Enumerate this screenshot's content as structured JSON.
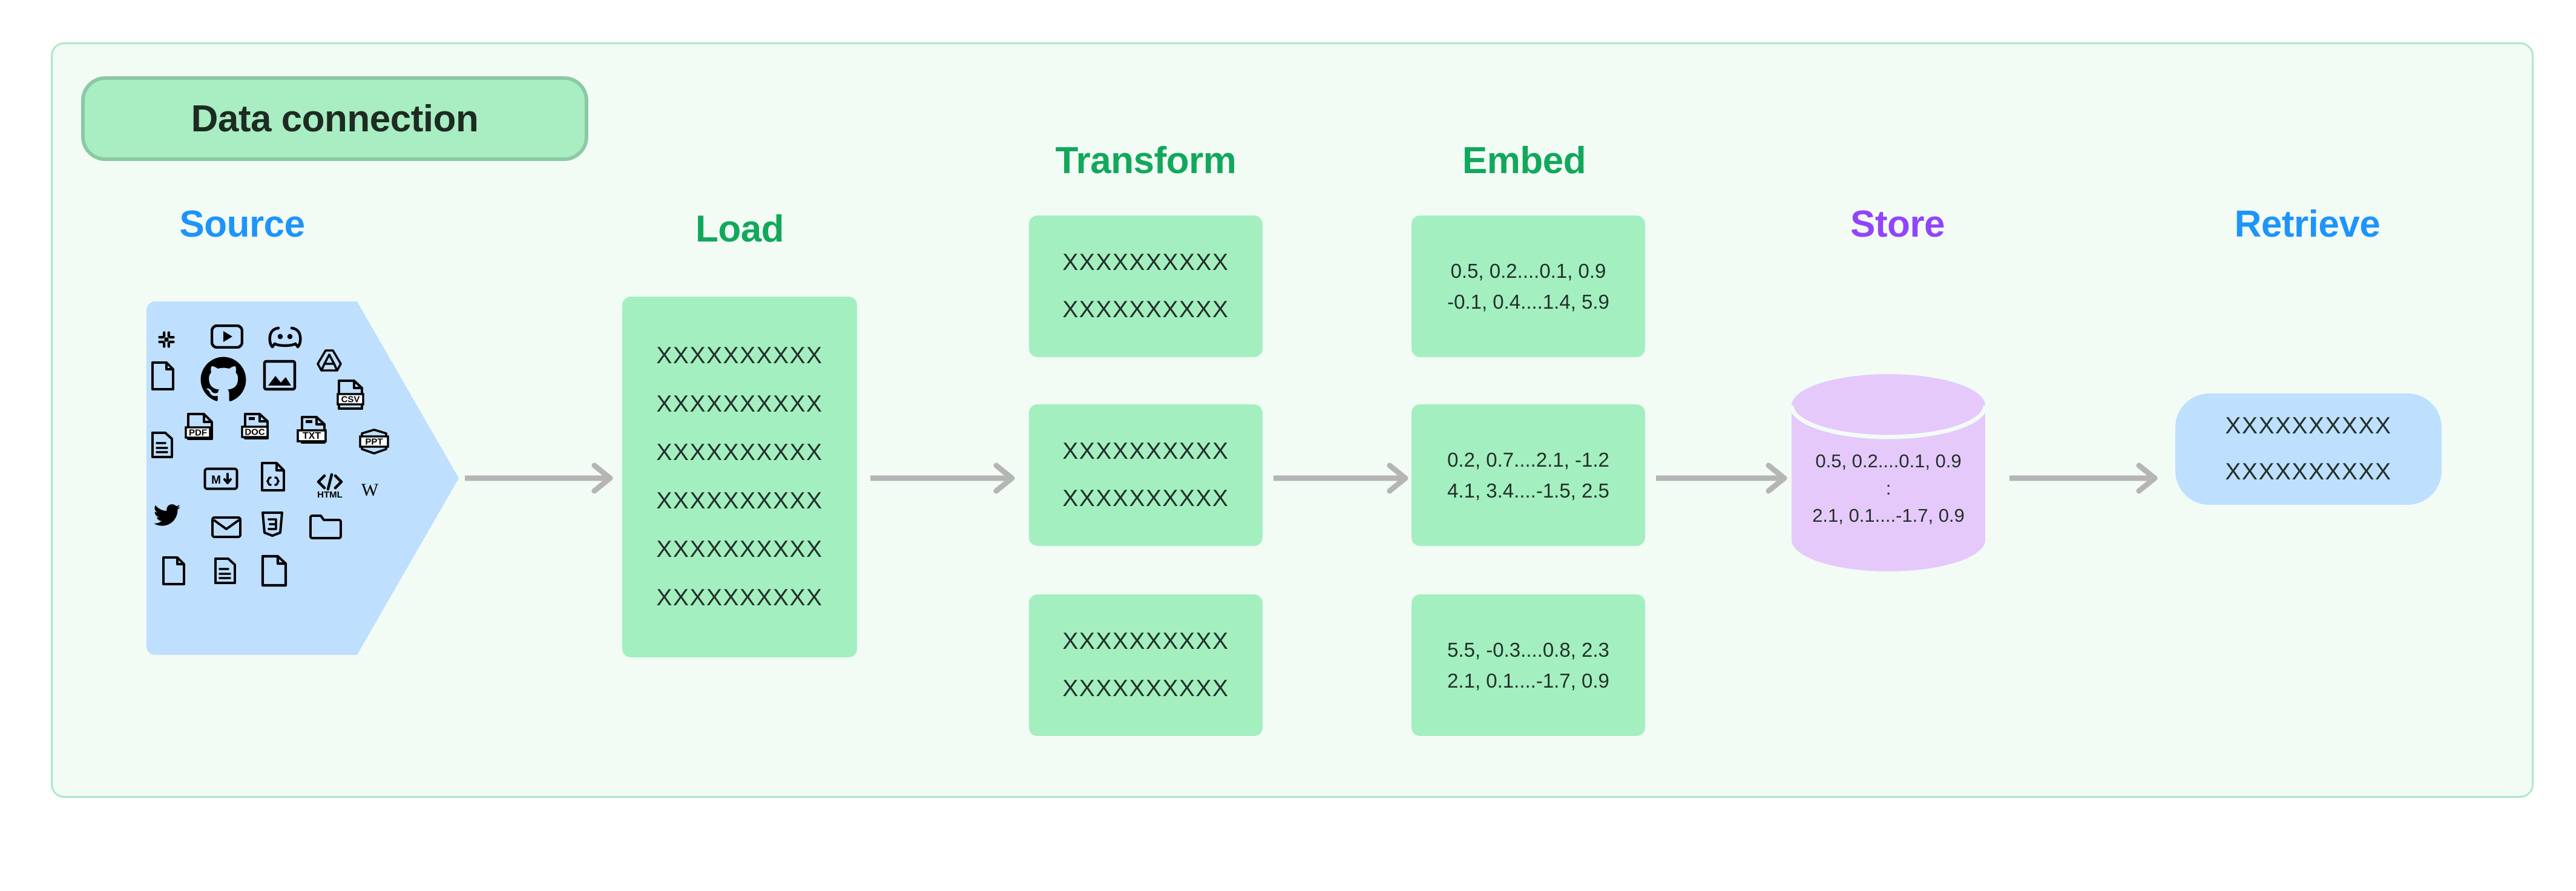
{
  "diagram": {
    "title": "Data connection",
    "colors": {
      "panel_bg": "#F2FCF5",
      "panel_border": "#A9E9C2",
      "badge_bg": "#A9EDC3",
      "badge_border": "#8AC9A4",
      "green_box": "#A3EFC0",
      "blue_shape": "#BEDFFD",
      "purple_cylinder": "#E5C9FB",
      "arrow_gray": "#B5B5B5",
      "label_blue": "#1E94FB",
      "label_green": "#12A85C",
      "label_purple": "#9244FC",
      "body_text": "#23302A"
    },
    "stages": [
      {
        "id": "source",
        "label": "Source",
        "color": "#1E94FB"
      },
      {
        "id": "load",
        "label": "Load",
        "color": "#12A85C"
      },
      {
        "id": "transform",
        "label": "Transform",
        "color": "#12A85C"
      },
      {
        "id": "embed",
        "label": "Embed",
        "color": "#12A85C"
      },
      {
        "id": "store",
        "label": "Store",
        "color": "#9244FC"
      },
      {
        "id": "retrieve",
        "label": "Retrieve",
        "color": "#1E94FB"
      }
    ],
    "source": {
      "icons": [
        "slack-icon",
        "youtube-icon",
        "discord-icon",
        "file-blank-icon",
        "github-icon",
        "image-icon",
        "google-drive-icon",
        "csv-file-icon",
        "document-lines-icon",
        "pdf-file-icon",
        "doc-file-icon",
        "txt-file-icon",
        "ppt-file-icon",
        "markdown-icon",
        "json-file-icon",
        "html-icon",
        "wikipedia-icon",
        "twitter-icon",
        "email-icon",
        "css3-icon",
        "folder-icon",
        "file-blank-2-icon",
        "document-lines-2-icon",
        "file-blank-3-icon"
      ]
    },
    "load": {
      "lines": [
        "XXXXXXXXXX",
        "XXXXXXXXXX",
        "XXXXXXXXXX",
        "XXXXXXXXXX",
        "XXXXXXXXXX",
        "XXXXXXXXXX"
      ]
    },
    "transform": {
      "boxes": [
        {
          "lines": [
            "XXXXXXXXXX",
            "XXXXXXXXXX"
          ]
        },
        {
          "lines": [
            "XXXXXXXXXX",
            "XXXXXXXXXX"
          ]
        },
        {
          "lines": [
            "XXXXXXXXXX",
            "XXXXXXXXXX"
          ]
        }
      ]
    },
    "embed": {
      "boxes": [
        {
          "lines": [
            "0.5, 0.2....0.1, 0.9",
            "-0.1, 0.4....1.4, 5.9"
          ]
        },
        {
          "lines": [
            "0.2, 0.7....2.1, -1.2",
            "4.1, 3.4....-1.5, 2.5"
          ]
        },
        {
          "lines": [
            "5.5, -0.3....0.8, 2.3",
            "2.1, 0.1....-1.7, 0.9"
          ]
        }
      ]
    },
    "store": {
      "lines": [
        "0.5, 0.2....0.1, 0.9",
        ":",
        "2.1, 0.1....-1.7, 0.9"
      ]
    },
    "retrieve": {
      "lines": [
        "XXXXXXXXXX",
        "XXXXXXXXXX"
      ]
    },
    "arrows": [
      {
        "id": "source-to-load"
      },
      {
        "id": "load-to-transform"
      },
      {
        "id": "transform-to-embed"
      },
      {
        "id": "embed-to-store"
      },
      {
        "id": "store-to-retrieve"
      }
    ]
  }
}
